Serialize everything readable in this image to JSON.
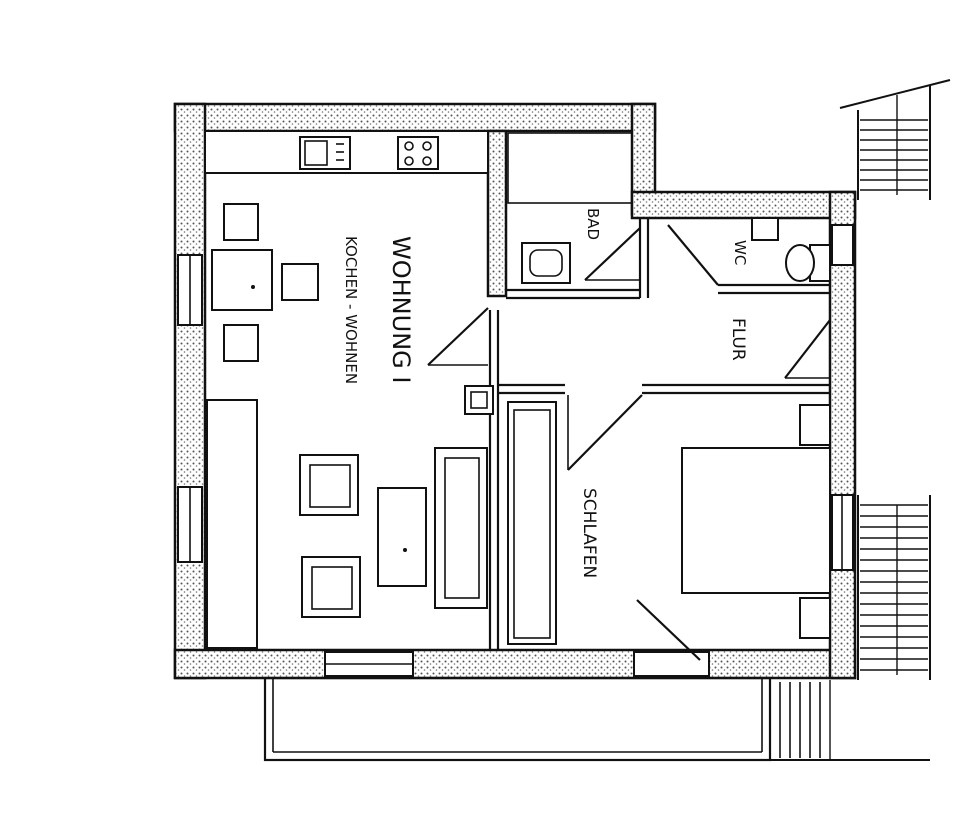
{
  "rooms": {
    "apartment_title": "WOHNUNG I",
    "living_kitchen": "KOCHEN - WOHNEN",
    "bath": "BAD",
    "wc": "WC",
    "hall": "FLUR",
    "bedroom": "SCHLAFEN"
  },
  "colors": {
    "ink": "#111111",
    "paper": "#ffffff"
  }
}
